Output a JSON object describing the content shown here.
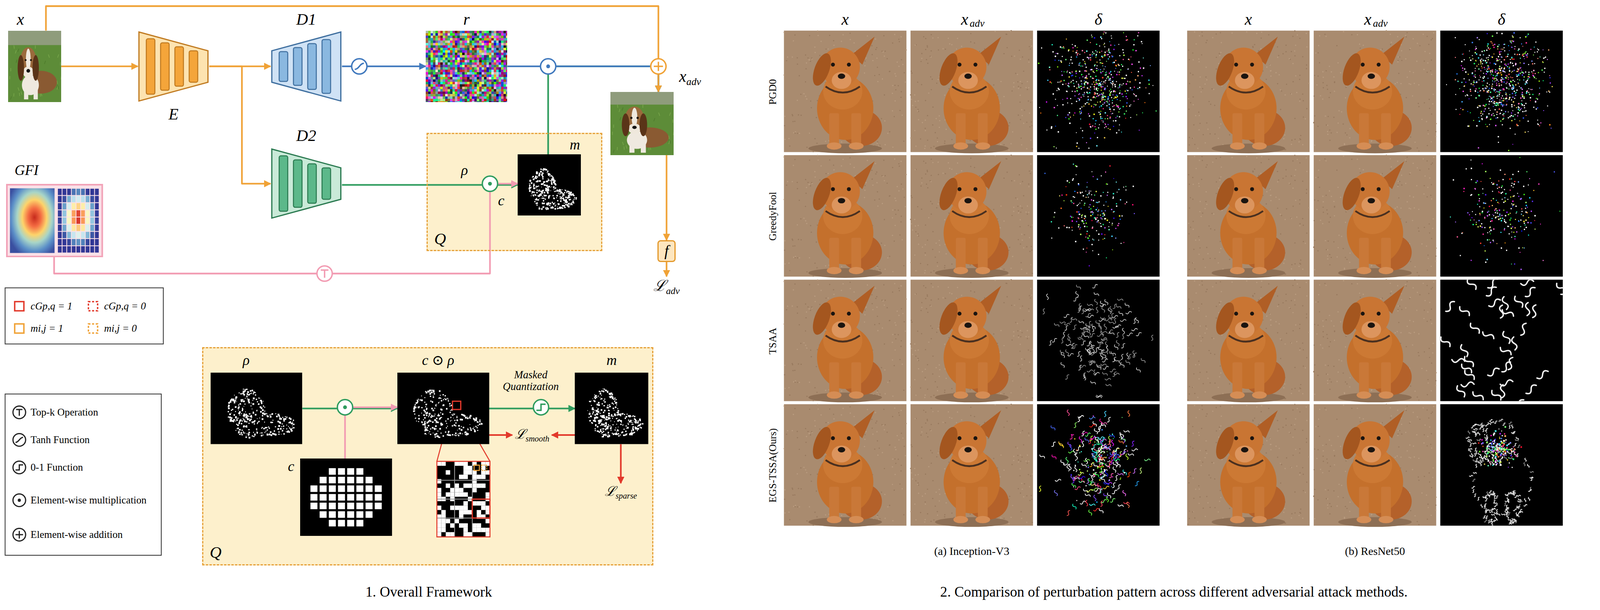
{
  "diagram": {
    "nodes": [
      {
        "text": [
          "x"
        ]
      },
      {
        "text": [
          "E"
        ]
      },
      {
        "text": [
          "D1"
        ]
      },
      {
        "text": [
          "D2"
        ]
      },
      {
        "text": [
          "r"
        ]
      },
      {
        "text": [
          "GFI"
        ]
      },
      {
        "text": [
          "Q"
        ]
      },
      {
        "text": [
          "m"
        ],
        "in": 6
      },
      {
        "text": [
          "x",
          "adv"
        ]
      },
      {
        "text": [
          "f"
        ]
      },
      {
        "text": [
          "ℒ",
          "adv"
        ]
      },
      {
        "text": [
          "Q"
        ]
      },
      {
        "text": [
          "ρ"
        ],
        "in": 11
      },
      {
        "text": [
          "c ⊙ ρ"
        ],
        "in": 11
      },
      {
        "text": [
          "c"
        ],
        "in": 11
      },
      {
        "text": [
          "m"
        ],
        "in": 11
      },
      {
        "text": [
          "ℒ",
          "smooth"
        ],
        "in": 11
      },
      {
        "text": [
          "ℒ",
          "sparse"
        ],
        "in": 11
      }
    ],
    "edges": [
      {
        "from": 0,
        "to": 1,
        "arrow": "to"
      },
      {
        "from": 1,
        "to": 2,
        "arrow": "to"
      },
      {
        "from": 1,
        "to": 3,
        "arrow": "to"
      },
      {
        "from": 2,
        "to": 4,
        "arrow": "to"
      },
      {
        "from": 3,
        "to": 7,
        "label": "ρ",
        "arrow": "to"
      },
      {
        "from": 5,
        "to": 7,
        "label": "c",
        "arrow": "to"
      },
      {
        "from": 7,
        "to": 8,
        "arrow": "to"
      },
      {
        "from": 4,
        "to": 8,
        "arrow": "to"
      },
      {
        "from": 0,
        "to": 8,
        "arrow": "to"
      },
      {
        "from": 8,
        "to": 9,
        "arrow": "to"
      },
      {
        "from": 9,
        "to": 10,
        "arrow": "to"
      },
      {
        "from": 12,
        "to": 13,
        "arrow": "to"
      },
      {
        "from": 14,
        "to": 13,
        "arrow": "to"
      },
      {
        "from": 13,
        "to": 15,
        "label": "Masked Quantization",
        "arrow": "to"
      },
      {
        "from": 13,
        "to": 16,
        "arrow": "to"
      },
      {
        "from": 15,
        "to": 16,
        "arrow": "to"
      },
      {
        "from": 15,
        "to": 17,
        "arrow": "to"
      }
    ],
    "labels": [
      "1. Overall Framework",
      "x",
      "x",
      "adv",
      "δ",
      "x",
      "x",
      "adv",
      "δ",
      "PGD0",
      "GreedyFool",
      "TSAA",
      "EGS-TSSA(Ours)",
      "(a) Inception-V3",
      "(b) ResNet50",
      "2. Comparison of perturbation pattern across different adversarial attack methods."
    ],
    "legend": [
      {
        "text": "cGp,q = 1"
      },
      {
        "text": "cGp,q = 0"
      },
      {
        "text": "mi,j = 1"
      },
      {
        "text": "mi,j = 0"
      },
      {
        "text": "Top-k Operation"
      },
      {
        "text": "Tanh Function"
      },
      {
        "text": "0-1 Function"
      },
      {
        "text": "Element-wise multiplication"
      },
      {
        "text": "Element-wise addition"
      }
    ]
  }
}
